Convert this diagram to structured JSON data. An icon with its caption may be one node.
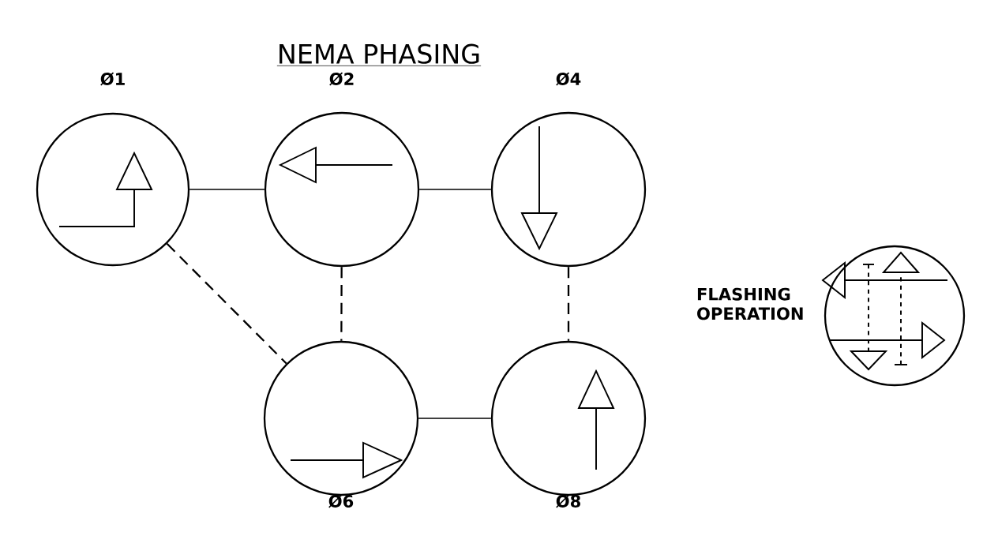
{
  "diagram": {
    "title": "NEMA PHASING",
    "nodes": [
      {
        "text": [
          "Ø1"
        ]
      },
      {
        "text": [
          "Ø2"
        ]
      },
      {
        "text": [
          "Ø4"
        ]
      },
      {
        "text": [
          "Ø6"
        ]
      },
      {
        "text": [
          "Ø8"
        ]
      },
      {
        "text": [
          "FLASHING OPERATION"
        ]
      }
    ],
    "edges": [
      {
        "from": 0,
        "to": 1,
        "arrow": "none"
      },
      {
        "from": 1,
        "to": 2,
        "arrow": "none"
      },
      {
        "from": 0,
        "to": 3,
        "arrow": "none",
        "style": "dashed"
      },
      {
        "from": 1,
        "to": 3,
        "arrow": "none",
        "style": "dashed"
      },
      {
        "from": 2,
        "to": 4,
        "arrow": "none",
        "style": "dashed"
      },
      {
        "from": 3,
        "to": 4,
        "arrow": "none"
      }
    ]
  }
}
